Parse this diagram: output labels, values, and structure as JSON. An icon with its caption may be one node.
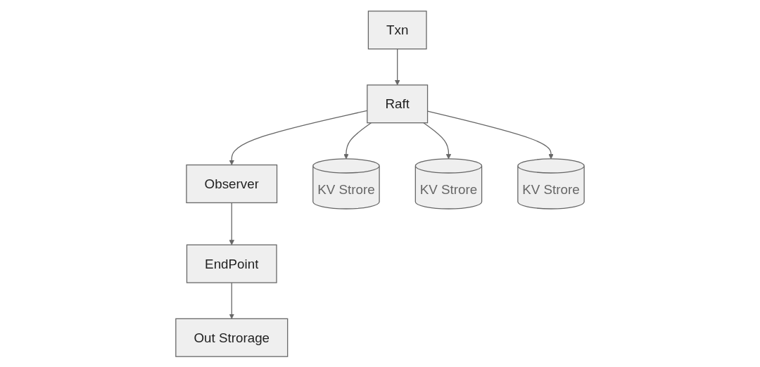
{
  "diagram": {
    "nodes": [
      {
        "text": [
          "Txn"
        ]
      },
      {
        "text": [
          "Raft"
        ]
      },
      {
        "text": [
          "Observer"
        ]
      },
      {
        "text": [
          "EndPoint"
        ]
      },
      {
        "text": [
          "Out Strorage"
        ]
      },
      {
        "text": [
          "KV Strore"
        ]
      },
      {
        "text": [
          "KV Strore"
        ]
      },
      {
        "text": [
          "KV Strore"
        ]
      }
    ],
    "edges": [
      {
        "from": 0,
        "to": 1,
        "arrow": "to"
      },
      {
        "from": 1,
        "to": 2,
        "arrow": "to"
      },
      {
        "from": 2,
        "to": 3,
        "arrow": "to"
      },
      {
        "from": 3,
        "to": 4,
        "arrow": "to"
      },
      {
        "from": 1,
        "to": 5,
        "arrow": "to"
      },
      {
        "from": 1,
        "to": 6,
        "arrow": "to"
      },
      {
        "from": 1,
        "to": 7,
        "arrow": "to"
      }
    ]
  }
}
